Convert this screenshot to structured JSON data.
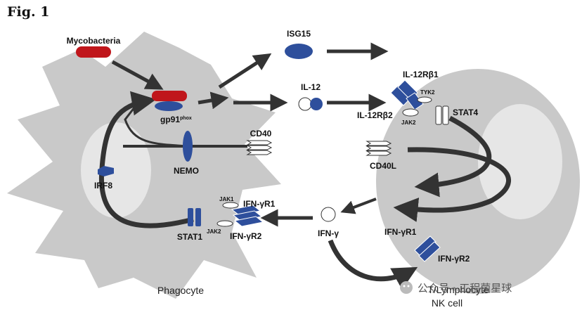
{
  "figure": {
    "label": "Fig. 1"
  },
  "labels": {
    "mycobacteria": "Mycobacteria",
    "isg15": "ISG15",
    "il12": "IL-12",
    "gp91": "gp91",
    "gp91_sup": "phox",
    "cd40": "CD40",
    "nemo": "NEMO",
    "irf8": "IRF8",
    "jak1": "JAK1",
    "jak2_left": "JAK2",
    "ifngr1_left": "IFN-γR1",
    "ifngr2_left": "IFN-γR2",
    "stat1": "STAT1",
    "ifng": "IFN-γ",
    "il12rb1": "IL-12Rβ1",
    "tyk2": "TYK2",
    "il12rb2": "IL-12Rβ2",
    "jak2_right": "JAK2",
    "stat4": "STAT4",
    "cd40l": "CD40L",
    "ifngr1_right": "IFN-γR1",
    "ifngr2_right": "IFN-γR2",
    "phagocyte": "Phagocyte",
    "tlymphocyte": "T/Lymphocyte",
    "nkcell": "NK cell"
  },
  "watermark": {
    "text": "公众号 · 工程菌星球"
  },
  "colors": {
    "blue": "#2e4f9c",
    "red": "#c0161b",
    "cell_gray": "#c9c9c9",
    "nucleus": "#e6e6e6",
    "arrow": "#333333"
  }
}
